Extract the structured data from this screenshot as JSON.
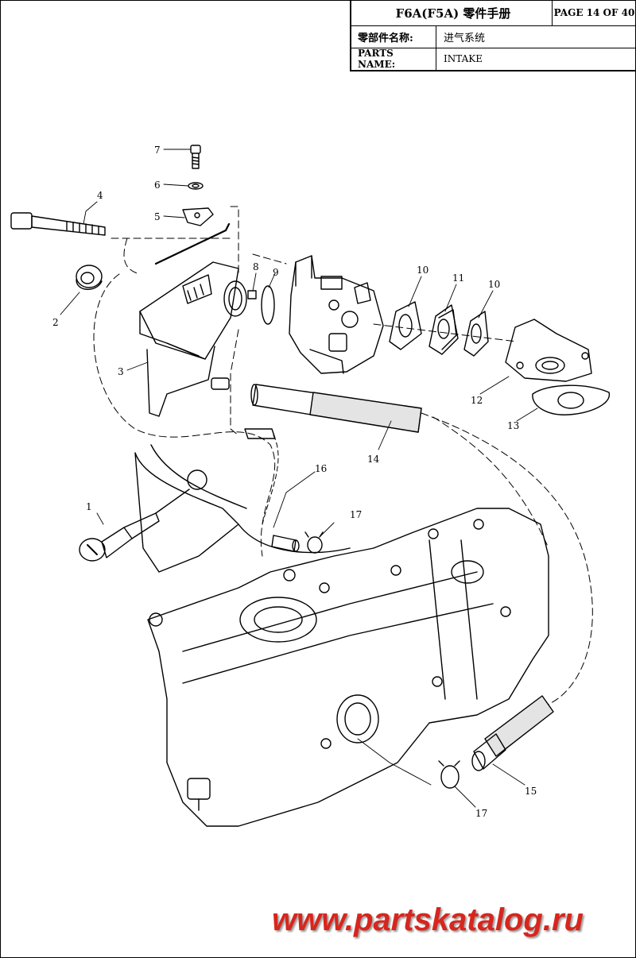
{
  "title_block": {
    "manual_title": "F6A(F5A) 零件手册",
    "page": "PAGE 14 OF 40",
    "cn_label": "零部件名称:",
    "cn_value": "进气系统",
    "en_label": "PARTS NAME:",
    "en_value": "INTAKE"
  },
  "callouts": [
    "1",
    "2",
    "3",
    "4",
    "5",
    "6",
    "7",
    "8",
    "9",
    "10",
    "11",
    "10",
    "12",
    "13",
    "14",
    "15",
    "16",
    "17",
    "17"
  ],
  "watermark": "www.partskatalog.ru",
  "colors": {
    "line": "#000000",
    "watermark": "#d7261d",
    "watermark_shadow": "#9a9a9a"
  }
}
